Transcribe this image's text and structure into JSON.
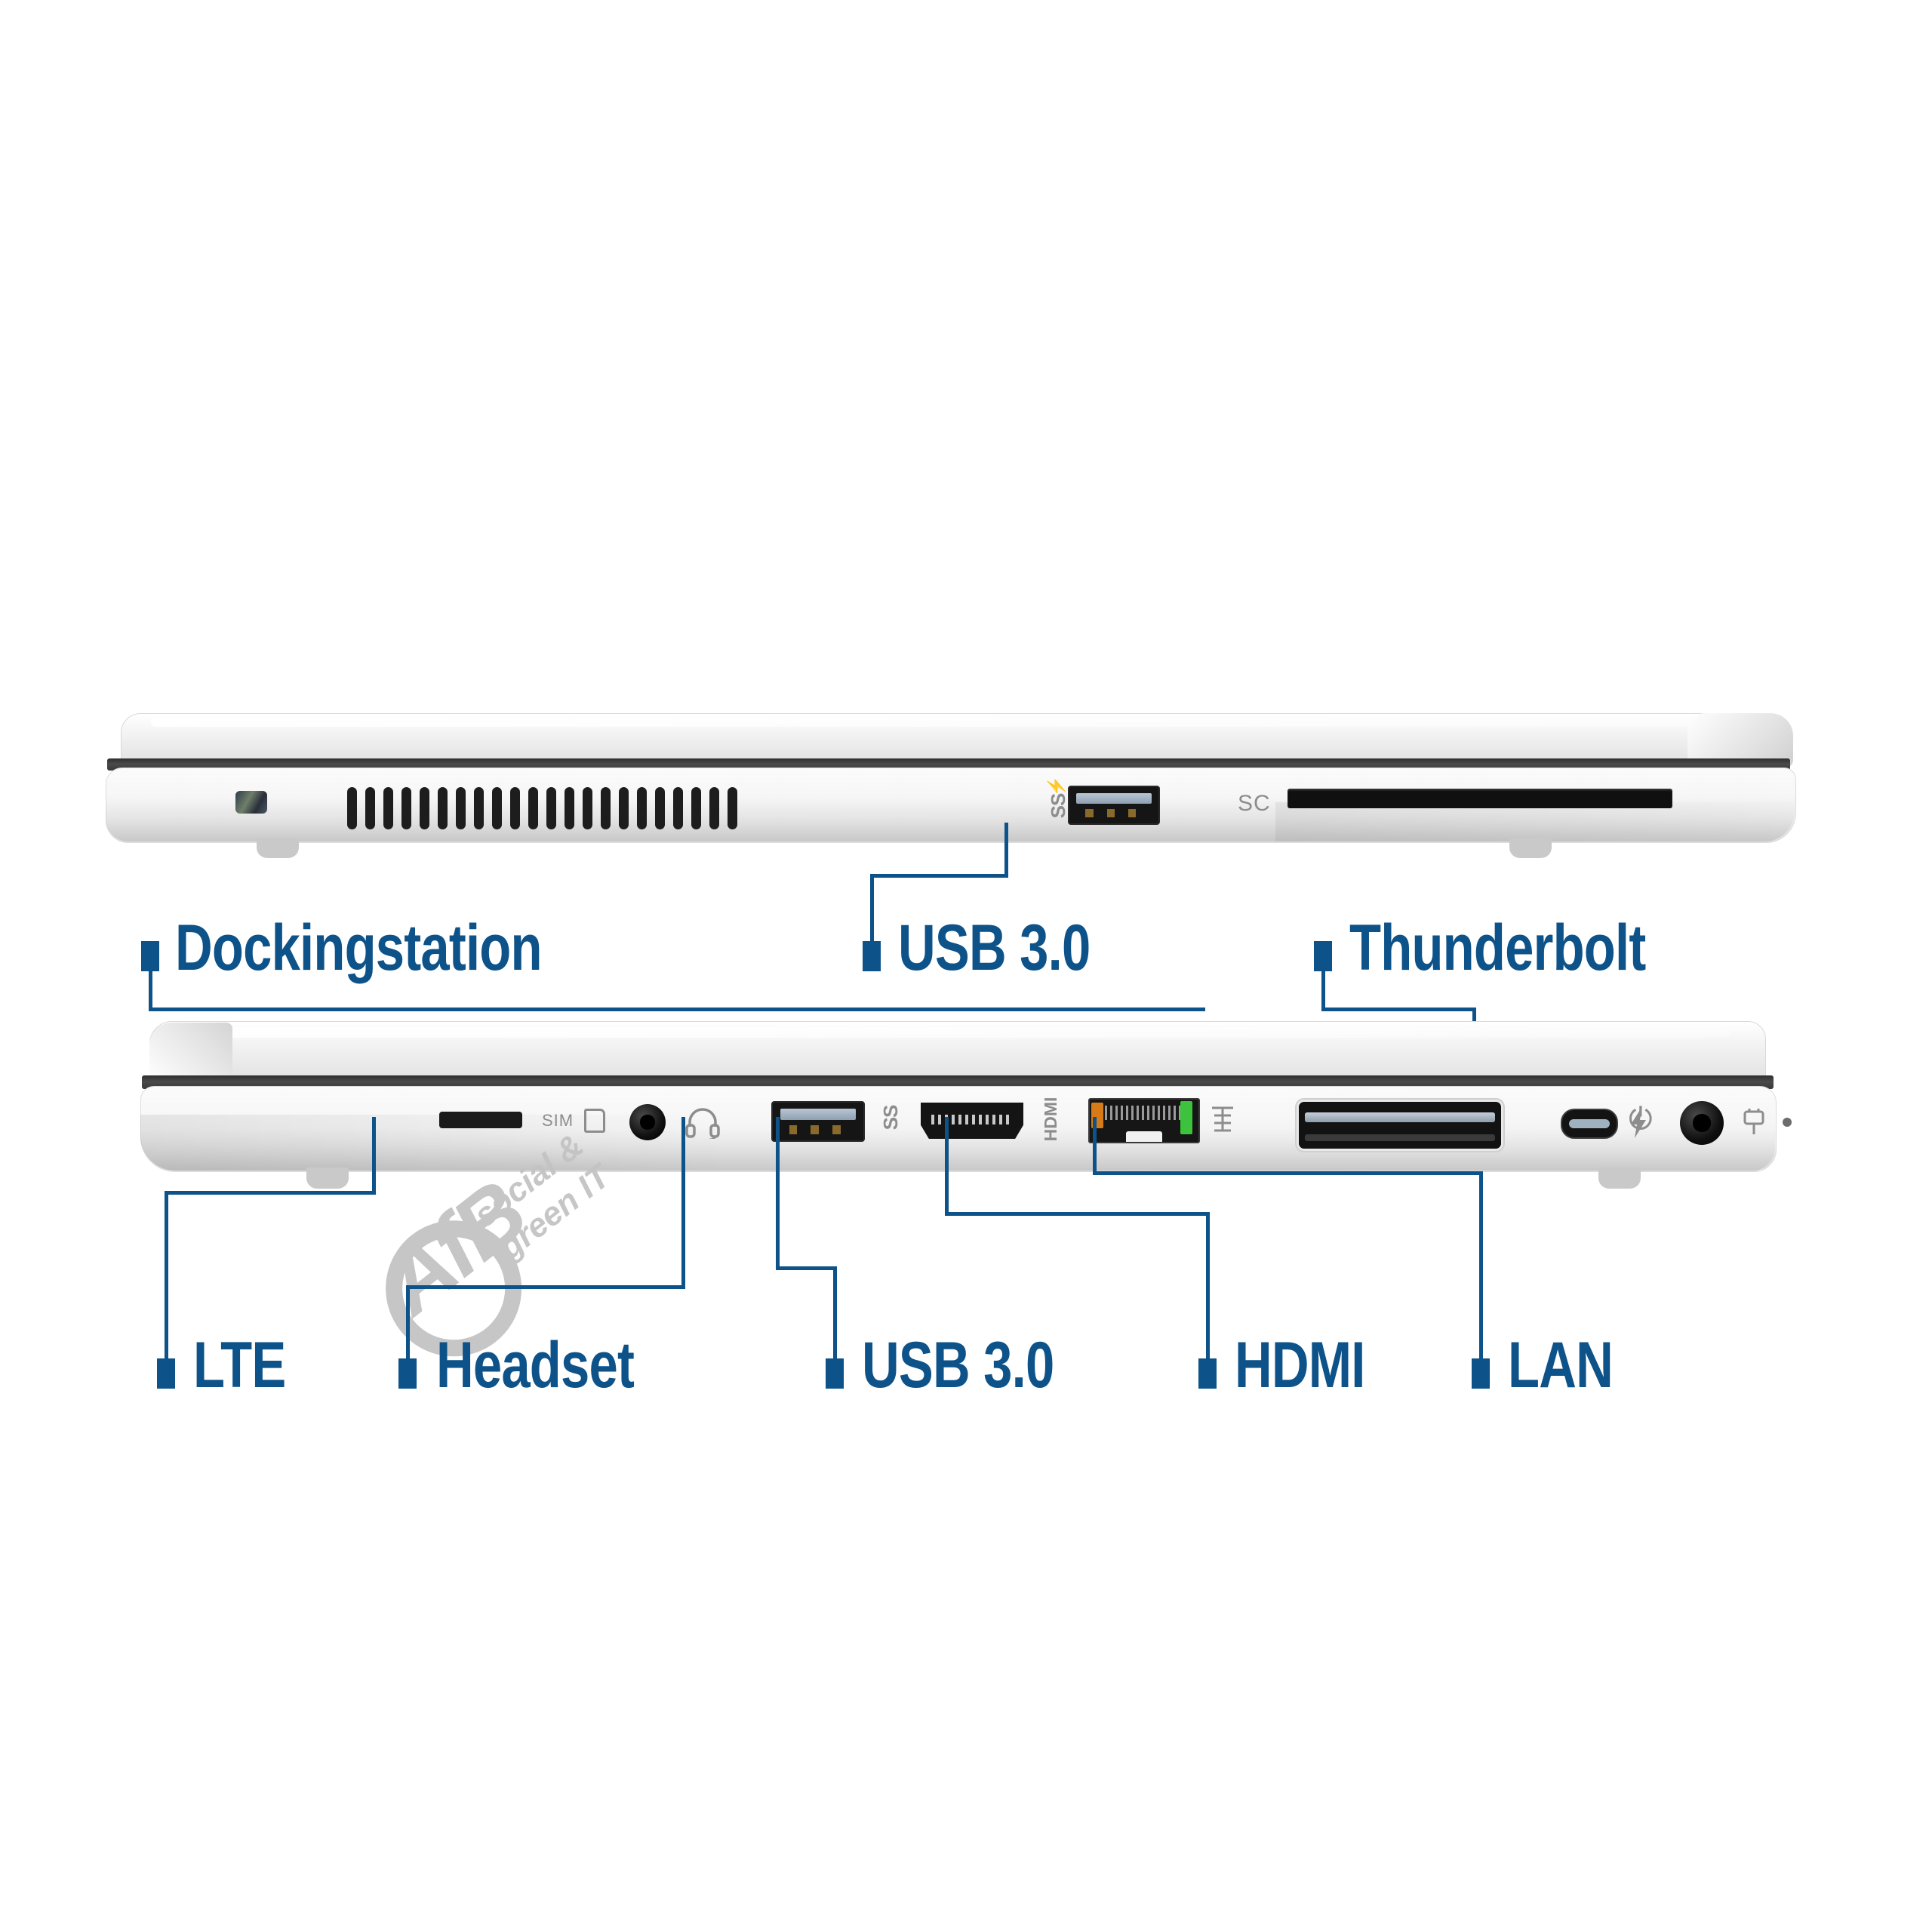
{
  "page": {
    "background_color": "#ffffff",
    "accent_color": "#0d5289",
    "chassis_color": "#f2f2f2",
    "watermark_color": "#c3c3c3"
  },
  "watermark": {
    "brand": "AfB",
    "tagline_line1": "social &",
    "tagline_line2": "green IT"
  },
  "top_device": {
    "name": "laptop-rear-right-side-view",
    "silkscreen": {
      "usb_symbol": "SS",
      "usb_charge_symbol": "⚡",
      "smartcard_label": "SC"
    },
    "ports": [
      {
        "id": "security-lock-slot",
        "label": "Security lock slot"
      },
      {
        "id": "vent-grille",
        "label": "Ventilation grille"
      },
      {
        "id": "usb-a-port",
        "label": "USB 3.0 Type-A (charging)"
      },
      {
        "id": "smartcard-reader",
        "label": "SC"
      }
    ]
  },
  "bottom_device": {
    "name": "laptop-front-left-side-view",
    "silkscreen": {
      "sim_label": "SIM",
      "headset_symbol": "headset",
      "usb_symbol": "SS",
      "hdmi_label": "HDMI",
      "lan_symbol": "network",
      "thunderbolt_symbol": "⚡",
      "power_symbol": "plug"
    },
    "ports": [
      {
        "id": "sim-slot",
        "label": "Nano-SIM slot"
      },
      {
        "id": "headset-jack",
        "label": "3.5 mm headset jack"
      },
      {
        "id": "usb-a-port",
        "label": "USB 3.0 Type-A"
      },
      {
        "id": "hdmi-port",
        "label": "HDMI"
      },
      {
        "id": "rj45-port",
        "label": "RJ-45 LAN"
      },
      {
        "id": "dock-connector",
        "label": "Docking connector"
      },
      {
        "id": "usb-c-thunderbolt",
        "label": "USB-C Thunderbolt"
      },
      {
        "id": "power-jack",
        "label": "DC power-in"
      },
      {
        "id": "power-led",
        "label": "Power LED"
      }
    ]
  },
  "callouts": {
    "top_row": [
      {
        "id": "dockingstation",
        "label": "Dockingstation"
      },
      {
        "id": "usb30-top",
        "label": "USB 3.0"
      },
      {
        "id": "thunderbolt",
        "label": "Thunderbolt"
      }
    ],
    "bottom_row": [
      {
        "id": "lte",
        "label": "LTE"
      },
      {
        "id": "headset",
        "label": "Headset"
      },
      {
        "id": "usb30-bottom",
        "label": "USB 3.0"
      },
      {
        "id": "hdmi",
        "label": "HDMI"
      },
      {
        "id": "lan",
        "label": "LAN"
      }
    ]
  }
}
